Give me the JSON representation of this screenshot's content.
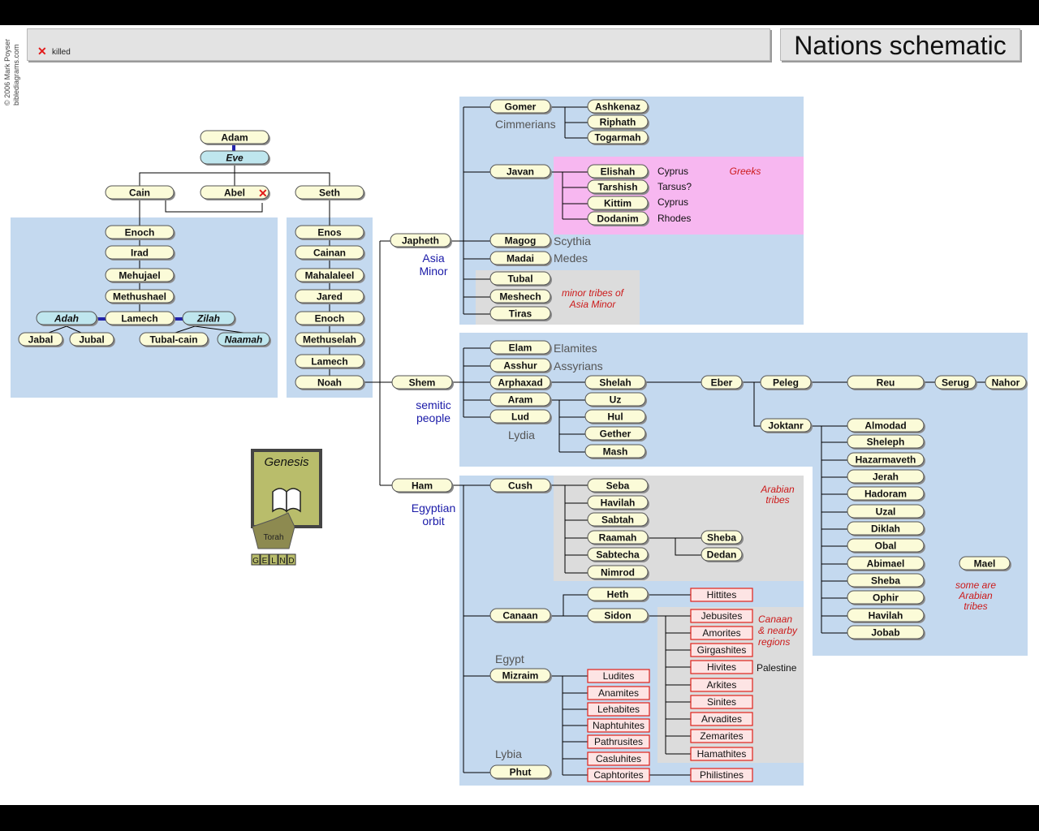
{
  "title": "Nations schematic",
  "legend": {
    "killed_label": "killed",
    "killed_icon": "red-x-icon"
  },
  "copyright": [
    "© 2006 Mark Poyser",
    "biblediagrams.com"
  ],
  "colors": {
    "region_blue": "#c4d9ef",
    "region_pink": "#f7b7f0",
    "region_gray": "#dcdcdc",
    "node_fill": "#fbfbd8",
    "cyan_fill": "#bfe6ee",
    "red_node_fill": "#fde4e4",
    "red_node_stroke": "#e0221a"
  },
  "genesis": {
    "title": "Genesis",
    "book_icon": "open-book-icon",
    "tag": "Torah",
    "letters": [
      "G",
      "E",
      "L",
      "N",
      "D"
    ]
  },
  "nodes": {
    "adam": "Adam",
    "eve": "Eve",
    "cain": "Cain",
    "abel": "Abel",
    "seth": "Seth",
    "enoch_c": "Enoch",
    "irad": "Irad",
    "mehujael": "Mehujael",
    "methushael": "Methushael",
    "lamech_c": "Lamech",
    "adah": "Adah",
    "zilah": "Zilah",
    "jabal": "Jabal",
    "jubal": "Jubal",
    "tubal_cain": "Tubal-cain",
    "naamah": "Naamah",
    "enos": "Enos",
    "cainan": "Cainan",
    "mahalaleel": "Mahalaleel",
    "jared": "Jared",
    "enoch_s": "Enoch",
    "methuselah": "Methuselah",
    "lamech_s": "Lamech",
    "noah": "Noah",
    "japheth": "Japheth",
    "shem": "Shem",
    "ham": "Ham",
    "gomer": "Gomer",
    "ashkenaz": "Ashkenaz",
    "riphath": "Riphath",
    "togarmah": "Togarmah",
    "javan": "Javan",
    "elishah": "Elishah",
    "tarshish": "Tarshish",
    "kittim": "Kittim",
    "dodanim": "Dodanim",
    "magog": "Magog",
    "madai": "Madai",
    "tubal": "Tubal",
    "meshech": "Meshech",
    "tiras": "Tiras",
    "elam": "Elam",
    "asshur": "Asshur",
    "arphaxad": "Arphaxad",
    "aram": "Aram",
    "lud": "Lud",
    "shelah": "Shelah",
    "uz": "Uz",
    "hul": "Hul",
    "gether": "Gether",
    "mash": "Mash",
    "eber": "Eber",
    "peleg": "Peleg",
    "reu": "Reu",
    "serug": "Serug",
    "nahor": "Nahor",
    "joktan": "Joktanr",
    "almodad": "Almodad",
    "sheleph": "Sheleph",
    "hazarmaveth": "Hazarmaveth",
    "jerah": "Jerah",
    "hadoram": "Hadoram",
    "uzal": "Uzal",
    "diklah": "Diklah",
    "obal": "Obal",
    "abimael": "Abimael",
    "sheba_j": "Sheba",
    "ophir": "Ophir",
    "havilah_j": "Havilah",
    "jobab": "Jobab",
    "mael": "Mael",
    "cush": "Cush",
    "seba": "Seba",
    "havilah_c": "Havilah",
    "sabtah": "Sabtah",
    "raamah": "Raamah",
    "sabtecha": "Sabtecha",
    "nimrod": "Nimrod",
    "sheba_r": "Sheba",
    "dedan": "Dedan",
    "canaan": "Canaan",
    "heth": "Heth",
    "sidon": "Sidon",
    "mizraim": "Mizraim",
    "phut": "Phut"
  },
  "red_nodes": {
    "hittites": "Hittites",
    "jebusites": "Jebusites",
    "amorites": "Amorites",
    "girgashites": "Girgashites",
    "hivites": "Hivites",
    "arkites": "Arkites",
    "sinites": "Sinites",
    "arvadites": "Arvadites",
    "zemarites": "Zemarites",
    "hamathites": "Hamathites",
    "ludites": "Ludites",
    "anamites": "Anamites",
    "lehabites": "Lehabites",
    "naphtuhites": "Naphtuhites",
    "pathrusites": "Pathrusites",
    "casluhites": "Casluhites",
    "caphtorites": "Caphtorites",
    "philistines": "Philistines"
  },
  "labels": {
    "cimmerians": "Cimmerians",
    "scythia": "Scythia",
    "medes": "Medes",
    "elamites": "Elamites",
    "assyrians": "Assyrians",
    "lydia": "Lydia",
    "egypt": "Egypt",
    "lybia": "Lybia",
    "palestine": "Palestine",
    "cyprus1": "Cyprus",
    "tarsus": "Tarsus?",
    "cyprus2": "Cyprus",
    "rhodes": "Rhodes",
    "asia_minor": [
      "Asia",
      "Minor"
    ],
    "semitic_people": [
      "semitic",
      "people"
    ],
    "egyptian_orbit": [
      "Egyptian",
      "orbit"
    ],
    "greeks": "Greeks",
    "minor_tribes": [
      "minor tribes of",
      "Asia Minor"
    ],
    "arabian_tribes": [
      "Arabian",
      "tribes"
    ],
    "canaan_regions": [
      "Canaan",
      "& nearby",
      "regions"
    ],
    "some_arabian": [
      "some are",
      "Arabian",
      "tribes"
    ]
  }
}
